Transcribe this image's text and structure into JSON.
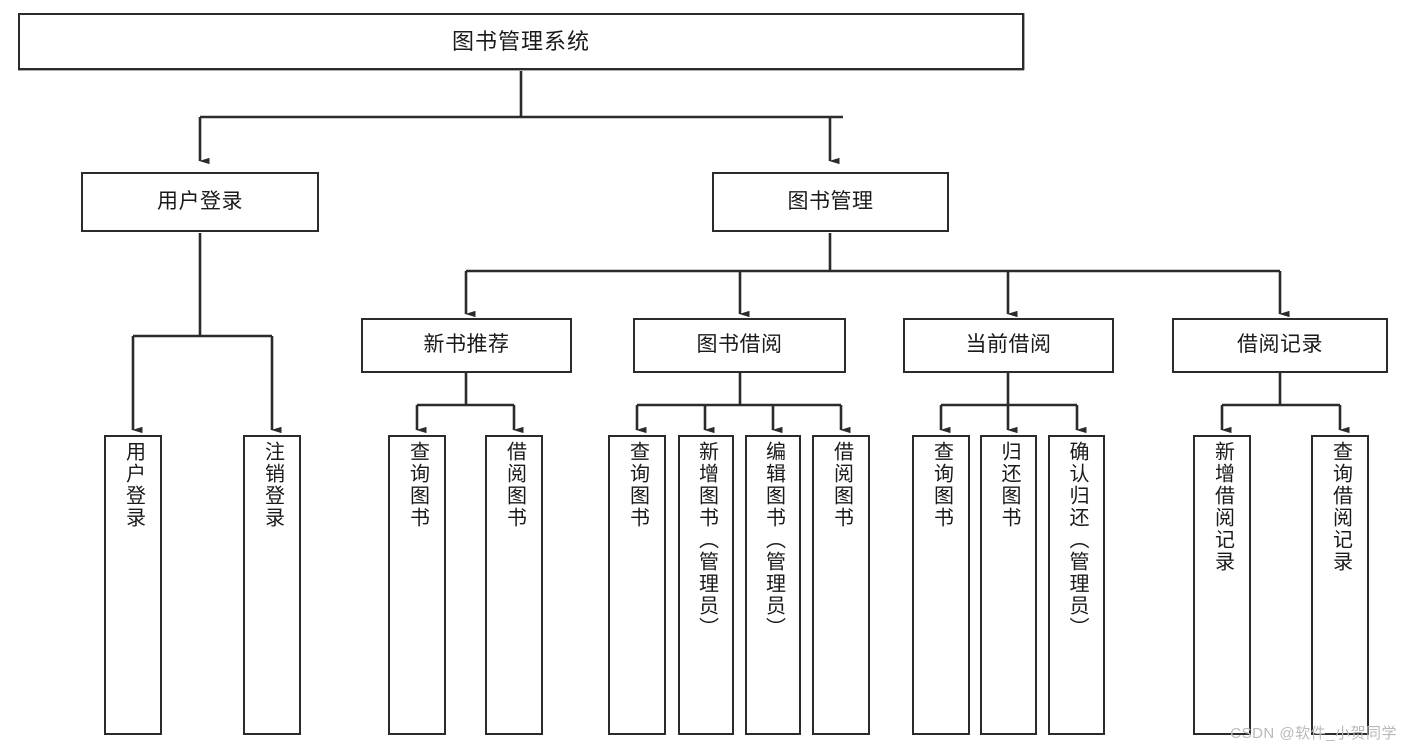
{
  "diagram": {
    "title": "图书管理系统",
    "type": "hierarchy-tree",
    "watermark": "CSDN @软件_小贺同学",
    "colors": {
      "border": "#2b2b2b",
      "background": "#ffffff",
      "text": "#1a1a1a",
      "watermark": "#b9b9b9"
    },
    "root": {
      "label": "图书管理系统"
    },
    "level2": [
      {
        "label": "用户登录"
      },
      {
        "label": "图书管理"
      }
    ],
    "level3": [
      {
        "label": "新书推荐"
      },
      {
        "label": "图书借阅"
      },
      {
        "label": "当前借阅"
      },
      {
        "label": "借阅记录"
      }
    ],
    "leaves": {
      "user_login": [
        {
          "label": "用户登录"
        },
        {
          "label": "注销登录"
        }
      ],
      "new_book": [
        {
          "label": "查询图书"
        },
        {
          "label": "借阅图书"
        }
      ],
      "book_borrow": [
        {
          "label": "查询图书"
        },
        {
          "label": "新增图书（管理员）"
        },
        {
          "label": "编辑图书（管理员）"
        },
        {
          "label": "借阅图书"
        }
      ],
      "current_borrow": [
        {
          "label": "查询图书"
        },
        {
          "label": "归还图书"
        },
        {
          "label": "确认归还（管理员）"
        }
      ],
      "borrow_record": [
        {
          "label": "新增借阅记录"
        },
        {
          "label": "查询借阅记录"
        }
      ]
    }
  }
}
